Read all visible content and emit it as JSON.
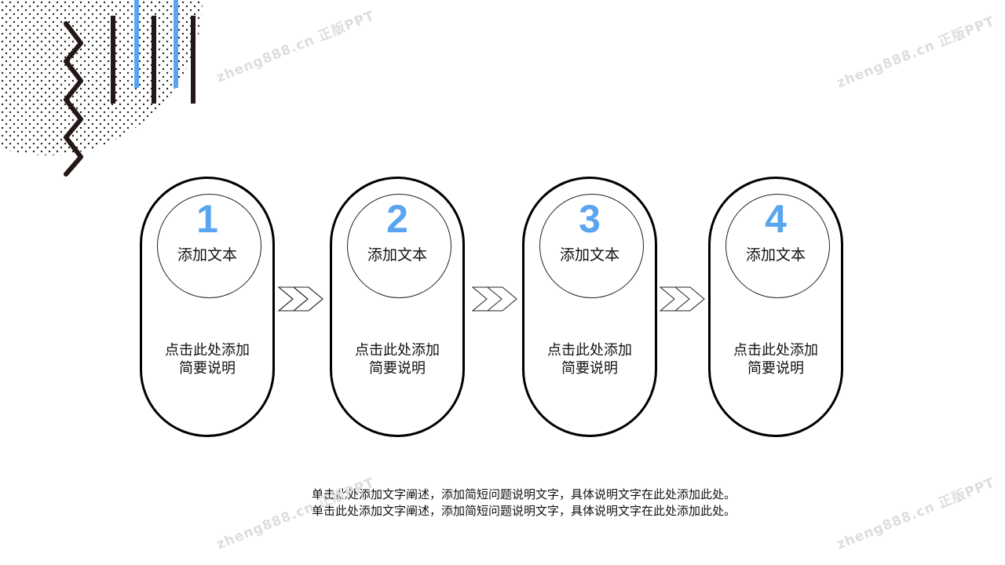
{
  "steps": [
    {
      "number": "1",
      "label": "添加文本",
      "desc1": "点击此处添加",
      "desc2": "简要说明"
    },
    {
      "number": "2",
      "label": "添加文本",
      "desc1": "点击此处添加",
      "desc2": "简要说明"
    },
    {
      "number": "3",
      "label": "添加文本",
      "desc1": "点击此处添加",
      "desc2": "简要说明"
    },
    {
      "number": "4",
      "label": "添加文本",
      "desc1": "点击此处添加",
      "desc2": "简要说明"
    }
  ],
  "footer": {
    "line1": "单击此处添加文字阐述，添加简短问题说明文字，具体说明文字在此处添加此处。",
    "line2": "单击此处添加文字阐述，添加简短问题说明文字，具体说明文字在此处添加此处。"
  },
  "watermark": "zheng888.cn 正版PPT",
  "colors": {
    "accent": "#5aa5f0",
    "dark": "#231815"
  }
}
